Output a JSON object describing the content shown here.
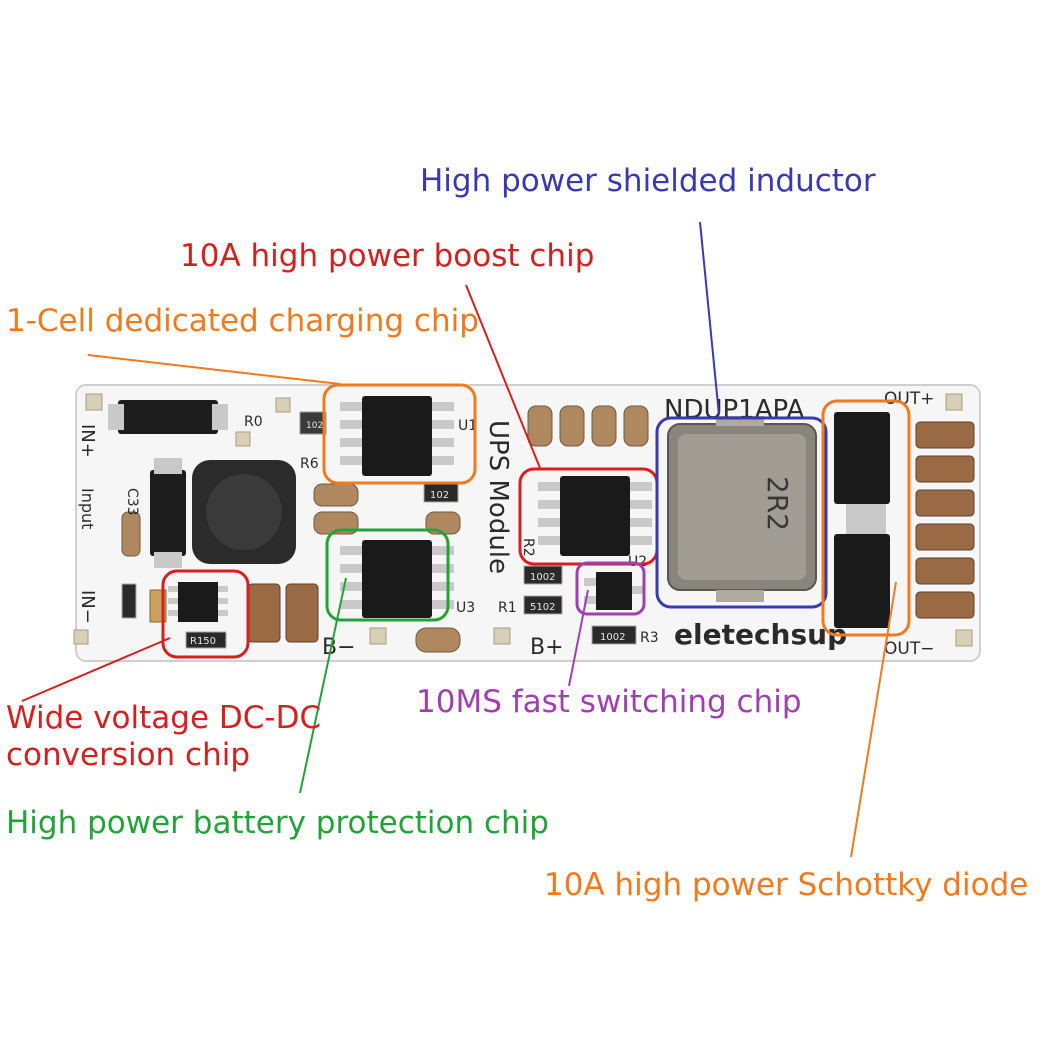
{
  "colors": {
    "orange": "#f07a1e",
    "red": "#d42020",
    "blue": "#3a3ab0",
    "green": "#22a33a",
    "purple": "#a040b0"
  },
  "annotations": [
    {
      "id": "inductor",
      "text": "High power shielded inductor",
      "color": "#3a3ab0"
    },
    {
      "id": "boost",
      "text": "10A high power boost chip",
      "color": "#d42020"
    },
    {
      "id": "charging",
      "text": "1-Cell dedicated charging chip",
      "color": "#f07a1e"
    },
    {
      "id": "dcdc",
      "text": "Wide voltage DC-DC conversion chip",
      "color": "#d42020"
    },
    {
      "id": "switching",
      "text": "10MS fast switching chip",
      "color": "#a040b0"
    },
    {
      "id": "protection",
      "text": "High power battery protection chip",
      "color": "#22a33a"
    },
    {
      "id": "schottky",
      "text": "10A high power Schottky diode",
      "color": "#f07a1e"
    }
  ],
  "board_labels": {
    "model": "NDUP1APA",
    "title": "UPS Module",
    "brand": "eletechsup",
    "in_plus": "IN+",
    "input": "Input",
    "in_minus": "IN−",
    "out_plus": "OUT+",
    "out_minus": "OUT−",
    "b_minus": "B−",
    "b_plus": "B+",
    "r0": "R0",
    "r6": "R6",
    "u1": "U1",
    "c33": "C33",
    "r2": "R2",
    "u2": "U2",
    "r1": "R1",
    "u3": "U3",
    "r3": "R3",
    "inductor_mark": "2R2",
    "res_102": "102",
    "res_1002": "1002",
    "res_5102": "5102",
    "res_r150": "R150"
  }
}
